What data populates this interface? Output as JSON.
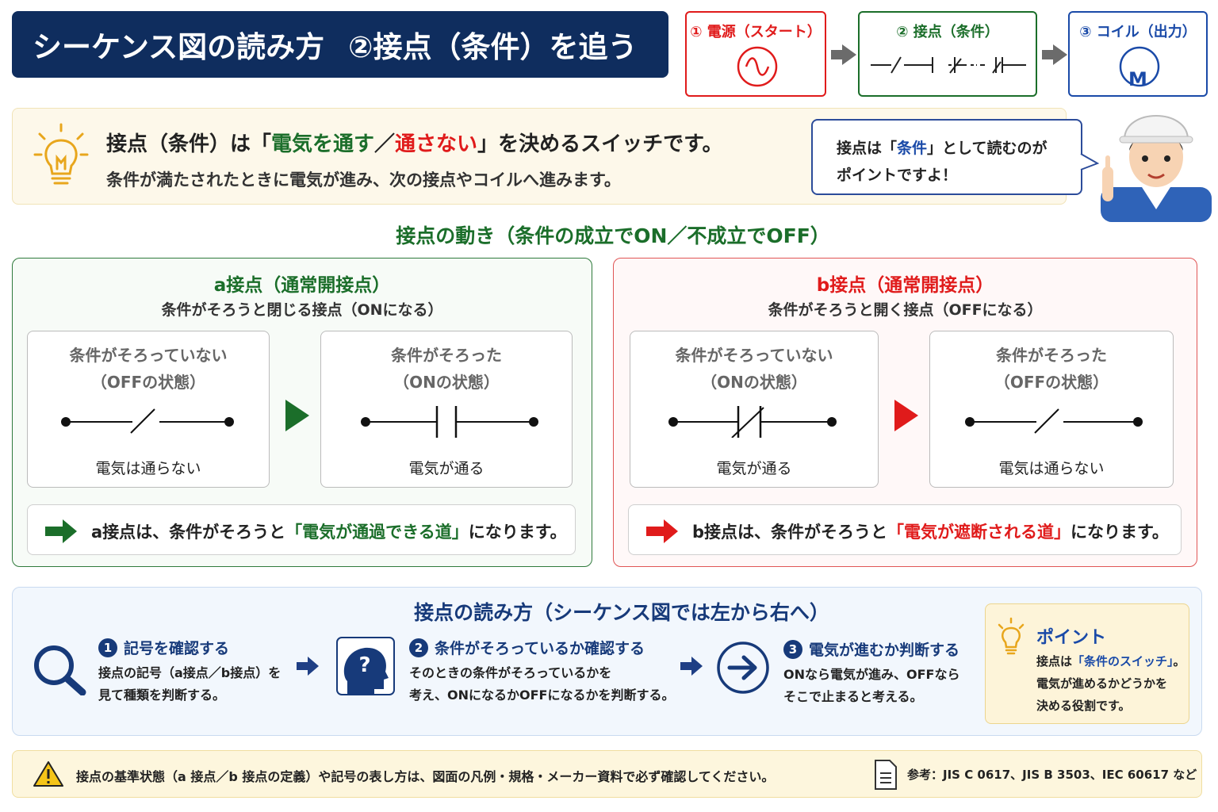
{
  "title": {
    "main": "シーケンス図の読み方",
    "sub": "②接点（条件）を追う"
  },
  "flow": [
    {
      "label": "① 電源（スタート）",
      "color": "#e01b1b"
    },
    {
      "label": "② 接点（条件）",
      "color": "#1b6e2a"
    },
    {
      "label": "③ コイル（出力）",
      "color": "#1a4aa8",
      "symbol": "M"
    }
  ],
  "intro": {
    "l1_pre": "接点（条件）は「",
    "l1_green": "電気を通す",
    "l1_sep": "／",
    "l1_red": "通さない",
    "l1_post": "」を決めるスイッチです。",
    "l2": "条件が満たされたときに電気が進み、次の接点やコイルへ進みます。"
  },
  "bubble": {
    "pre": "接点は「",
    "em": "条件",
    "post": "」として読むのが",
    "l2": "ポイントですよ！"
  },
  "section1": "接点の動き（条件の成立でON／不成立でOFF）",
  "a_contact": {
    "title": "a接点（通常開接点）",
    "desc": "条件がそろうと閉じる接点（ONになる）",
    "card1": {
      "c1": "条件がそろっていない",
      "c2": "（OFFの状態）",
      "c3": "電気は通らない"
    },
    "card2": {
      "c1": "条件がそろった",
      "c2": "（ONの状態）",
      "c3": "電気が通る"
    },
    "note_pre": "a接点は、条件がそろうと",
    "note_em": "「電気が通過できる道」",
    "note_post": "になります。"
  },
  "b_contact": {
    "title": "b接点（通常開接点）",
    "desc": "条件がそろうと開く接点（OFFになる）",
    "card1": {
      "c1": "条件がそろっていない",
      "c2": "（ONの状態）",
      "c3": "電気が通る"
    },
    "card2": {
      "c1": "条件がそろった",
      "c2": "（OFFの状態）",
      "c3": "電気は通らない"
    },
    "note_pre": "b接点は、条件がそろうと",
    "note_em": "「電気が遮断される道」",
    "note_post": "になります。"
  },
  "section2": "接点の読み方（シーケンス図では左から右へ）",
  "steps": [
    {
      "num": "1",
      "head": "記号を確認する",
      "t1": "接点の記号（a接点／b接点）を",
      "t2": "見て種類を判断する。"
    },
    {
      "num": "2",
      "head": "条件がそろっているか確認する",
      "t1": "そのときの条件がそろっているかを",
      "t2": "考え、ONになるかOFFになるかを判断する。"
    },
    {
      "num": "3",
      "head": "電気が進むか判断する",
      "t1": "ONなら電気が進み、OFFなら",
      "t2": "そこで止まると考える。"
    }
  ],
  "point": {
    "head": "ポイント",
    "l1_pre": "接点は",
    "l1_em": "「条件のスイッチ」",
    "l1_post": "。",
    "l2": "電気が進めるかどうかを",
    "l3": "決める役割です。"
  },
  "footer": {
    "warn": "接点の基準状態（a 接点／b 接点の定義）や記号の表し方は、図面の凡例・規格・メーカー資料で必ず確認してください。",
    "ref": "参考：JIS C 0617、JIS B 3503、IEC 60617 など"
  },
  "colors": {
    "navy": "#0f2d5e",
    "green": "#1b6e2a",
    "red": "#e01b1b",
    "blue": "#1a4aa8"
  }
}
